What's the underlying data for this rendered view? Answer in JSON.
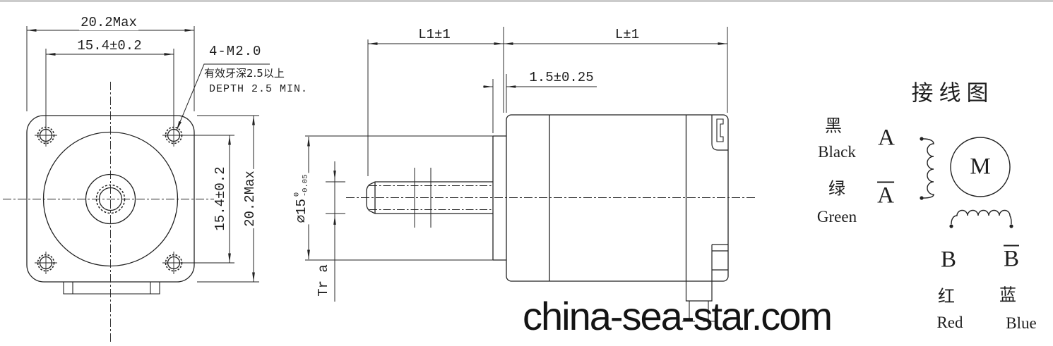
{
  "front_view": {
    "dim_width_max": "20.2Max",
    "dim_hole_spacing_h": "15.4±0.2",
    "dim_hole_spacing_v": "15.4±0.2",
    "dim_height_max": "20.2Max",
    "thread_callout": "4-M2.0",
    "thread_note_cn": "有效牙深2.5以上",
    "thread_note_en": "DEPTH 2.5 MIN."
  },
  "side_view": {
    "dim_screw_length": "L1±1",
    "dim_body_length": "L±1",
    "dim_boss_length": "1.5±0.25",
    "shaft_dia": "∅15",
    "shaft_dia_tol_upper": "0",
    "shaft_dia_tol_lower": "-0.05",
    "thread_type": "Tr a"
  },
  "wiring": {
    "title": "接线图",
    "motor_symbol": "M",
    "phase_a": "A",
    "phase_a_bar": "A",
    "phase_b": "B",
    "phase_b_bar": "B",
    "black_cn": "黑",
    "black_en": "Black",
    "green_cn": "绿",
    "green_en": "Green",
    "red_cn": "红",
    "red_en": "Red",
    "blue_cn": "蓝",
    "blue_en": "Blue"
  },
  "watermark": "china-sea-star.com",
  "colors": {
    "line": "#222222",
    "background": "#ffffff",
    "frame": "#cbcbcb"
  }
}
